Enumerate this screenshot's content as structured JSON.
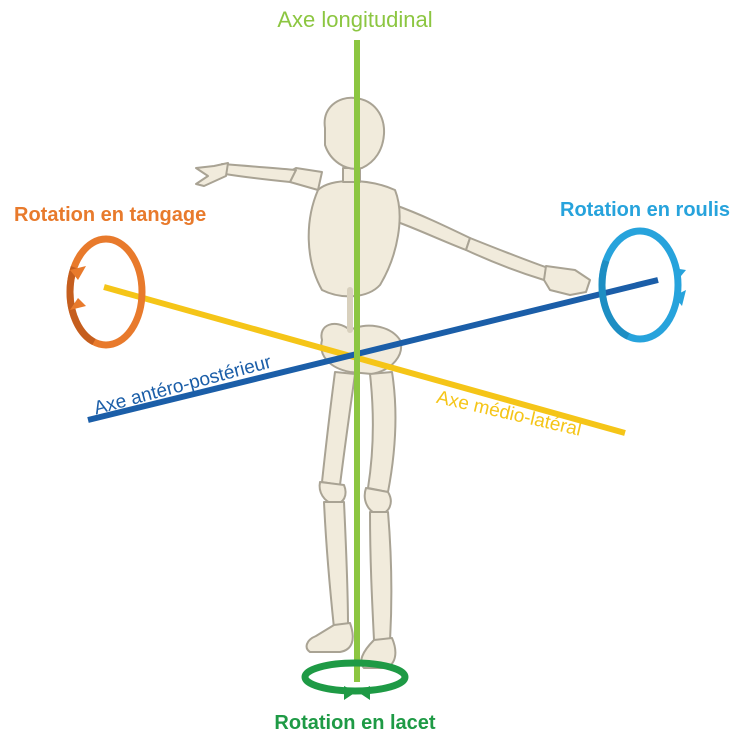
{
  "labels": {
    "longitudinal_axis": "Axe longitudinal",
    "pitch_rotation": "Rotation en tangage",
    "roll_rotation": "Rotation en roulis",
    "anteroposterior_axis": "Axe antéro-postérieur",
    "mediolateral_axis": "Axe médio-latéral",
    "yaw_rotation": "Rotation en lacet"
  },
  "colors": {
    "longitudinal": "#8cc641",
    "pitch": "#e87a2c",
    "roll": "#27a3dc",
    "anteroposterior": "#1b5ea8",
    "mediolateral": "#f5c518",
    "yaw": "#1e9a45",
    "skeleton_fill": "#f1ebdc",
    "skeleton_stroke": "#a9a394"
  },
  "icons": {
    "figure": "skeleton-figure",
    "pitch": "circular-arrow-pitch",
    "roll": "circular-arrow-roll",
    "yaw": "circular-arrow-yaw"
  }
}
